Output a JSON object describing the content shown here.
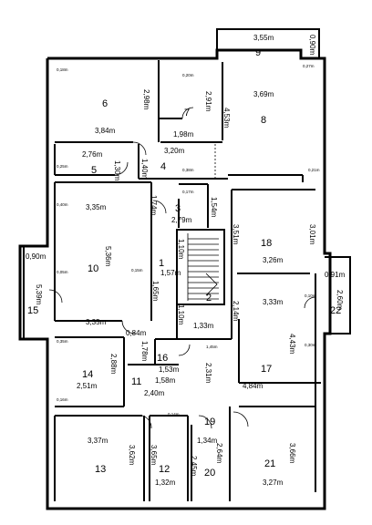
{
  "rooms": [
    {
      "id": "r1",
      "number": "1"
    },
    {
      "id": "r2",
      "number": "2"
    },
    {
      "id": "r3",
      "number": "3"
    },
    {
      "id": "r4",
      "number": "4"
    },
    {
      "id": "r5",
      "number": "5"
    },
    {
      "id": "r6",
      "number": "6"
    },
    {
      "id": "r7",
      "number": "7"
    },
    {
      "id": "r8",
      "number": "8"
    },
    {
      "id": "r9",
      "number": "9"
    },
    {
      "id": "r10",
      "number": "10"
    },
    {
      "id": "r11",
      "number": "11"
    },
    {
      "id": "r12",
      "number": "12"
    },
    {
      "id": "r13",
      "number": "13"
    },
    {
      "id": "r14",
      "number": "14"
    },
    {
      "id": "r15",
      "number": "15"
    },
    {
      "id": "r16",
      "number": "16"
    },
    {
      "id": "r17",
      "number": "17"
    },
    {
      "id": "r18",
      "number": "18"
    },
    {
      "id": "r19",
      "number": "19"
    },
    {
      "id": "r20",
      "number": "20"
    },
    {
      "id": "r21",
      "number": "21"
    },
    {
      "id": "r22",
      "number": "22"
    }
  ],
  "dimensions": [
    "3,55m",
    "0,90m",
    "3,69m",
    "4,53m",
    "2,91m",
    "2,98m",
    "3,84m",
    "1,98m",
    "3,20m",
    "2,76m",
    "1,40m",
    "1,30m",
    "1,54m",
    "1,74m",
    "2,79m",
    "3,35m",
    "3,51m",
    "3,01m",
    "3,26m",
    "5,36m",
    "0,90m",
    "1,10m",
    "1,57m",
    "0,91m",
    "5,39m",
    "1,65m",
    "2,14m",
    "3,33m",
    "2,60m",
    "1,10m",
    "1,33m",
    "3,35m",
    "0,84m",
    "1,78m",
    "4,43m",
    "2,88m",
    "1,53m",
    "2,31m",
    "1,58m",
    "2,51m",
    "4,84m",
    "2,40m",
    "3,37m",
    "1,34m",
    "3,62m",
    "3,65m",
    "2,64m",
    "3,66m",
    "2,45m",
    "3,27m",
    "1,32m",
    "1,45m"
  ],
  "small_marks": [
    "0,18m",
    "0,25m",
    "0,20m",
    "0,27m",
    "0,38m",
    "0,21m",
    "0,17m",
    "0,40m",
    "0,15m",
    "0,05m",
    "0,10m",
    "0,35m",
    "0,30m",
    "0,16m",
    "0,14m"
  ]
}
